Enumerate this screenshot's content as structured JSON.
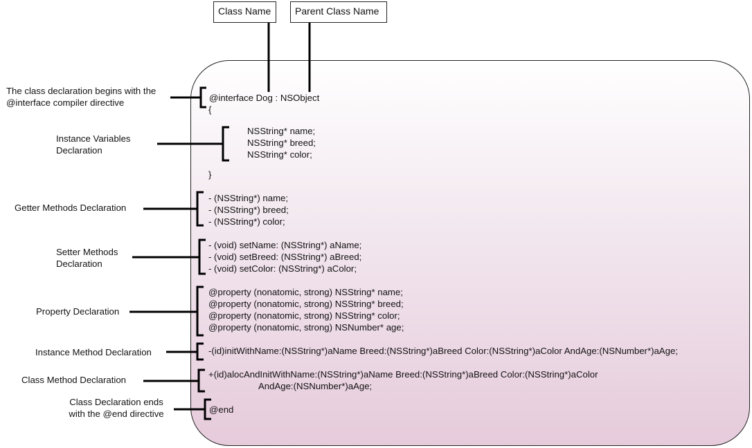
{
  "callouts": {
    "class_name": "Class Name",
    "parent_class_name": "Parent Class Name"
  },
  "code": {
    "interface_line": "@interface Dog : NSObject",
    "open_brace": "{",
    "ivars": [
      "NSString* name;",
      "NSString* breed;",
      "NSString* color;"
    ],
    "close_brace": "}",
    "getters": [
      "- (NSString*) name;",
      "- (NSString*) breed;",
      "- (NSString*) color;"
    ],
    "setters": [
      "- (void) setName: (NSString*) aName;",
      "- (void) setBreed: (NSString*) aBreed;",
      "- (void) setColor: (NSString*) aColor;"
    ],
    "properties": [
      "@property (nonatomic, strong) NSString* name;",
      "@property (nonatomic, strong) NSString* breed;",
      "@property (nonatomic, strong) NSString* color;",
      "@property (nonatomic, strong) NSNumber* age;"
    ],
    "instance_method": "-(id)initWithName:(NSString*)aName Breed:(NSString*)aBreed Color:(NSString*)aColor AndAge:(NSNumber*)aAge;",
    "class_method": [
      "+(id)alocAndInitWithName:(NSString*)aName Breed:(NSString*)aBreed Color:(NSString*)aColor",
      "AndAge:(NSNumber*)aAge;"
    ],
    "end": "@end"
  },
  "labels": {
    "class_declaration": "The class declaration begins with the\n@interface compiler directive",
    "instance_variables": "Instance Variables\nDeclaration",
    "getter_methods": "Getter Methods Declaration",
    "setter_methods": "Setter Methods\nDeclaration",
    "property": "Property Declaration",
    "instance_method": "Instance Method Declaration",
    "class_method": "Class Method Declaration",
    "class_end": "Class Declaration ends\nwith the @end directive"
  }
}
